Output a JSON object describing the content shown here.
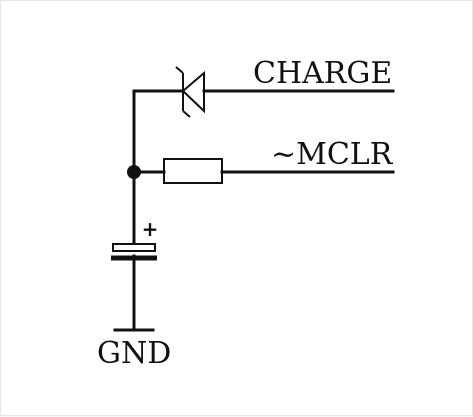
{
  "schematic": {
    "labels": {
      "charge": "CHARGE",
      "mclr": "~MCLR",
      "gnd": "GND"
    },
    "capacitor_polarity": "+"
  }
}
